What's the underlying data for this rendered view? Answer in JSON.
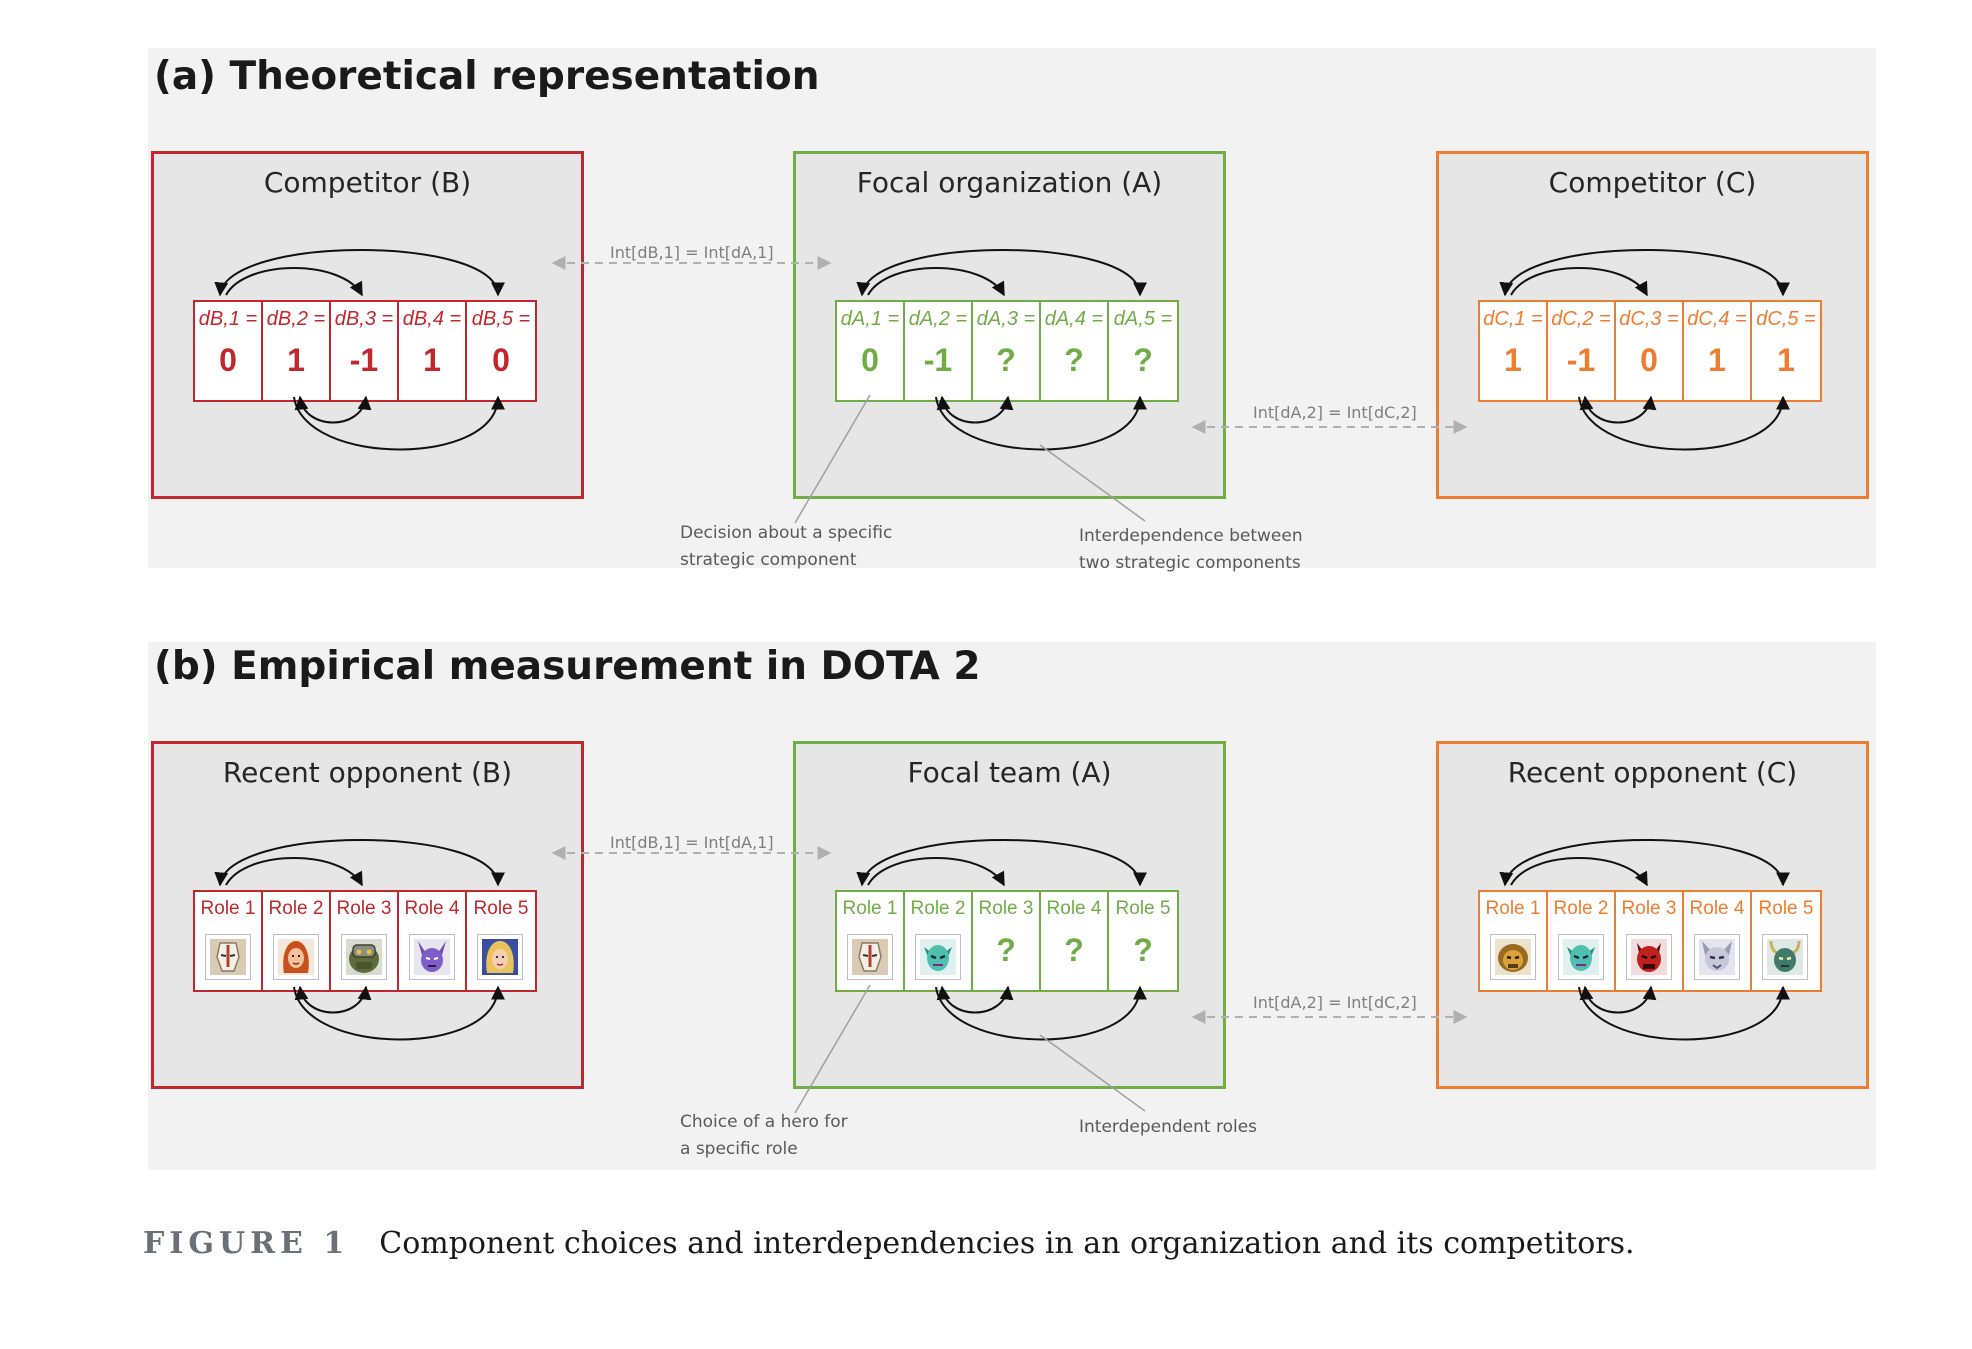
{
  "panel_a": {
    "title": "(a) Theoretical representation",
    "boxes": [
      {
        "title": "Competitor (B)",
        "cells": [
          {
            "label": "dB,1 =",
            "value": "0"
          },
          {
            "label": "dB,2 =",
            "value": "1"
          },
          {
            "label": "dB,3 =",
            "value": "-1"
          },
          {
            "label": "dB,4 =",
            "value": "1"
          },
          {
            "label": "dB,5 =",
            "value": "0"
          }
        ]
      },
      {
        "title": "Focal organization (A)",
        "cells": [
          {
            "label": "dA,1 =",
            "value": "0"
          },
          {
            "label": "dA,2 =",
            "value": "-1"
          },
          {
            "label": "dA,3 =",
            "value": "?"
          },
          {
            "label": "dA,4 =",
            "value": "?"
          },
          {
            "label": "dA,5 =",
            "value": "?"
          }
        ]
      },
      {
        "title": "Competitor (C)",
        "cells": [
          {
            "label": "dC,1 =",
            "value": "1"
          },
          {
            "label": "dC,2 =",
            "value": "-1"
          },
          {
            "label": "dC,3 =",
            "value": "0"
          },
          {
            "label": "dC,4 =",
            "value": "1"
          },
          {
            "label": "dC,5 =",
            "value": "1"
          }
        ]
      }
    ],
    "int_label_ba": "Int[dB,1] = Int[dA,1]",
    "int_label_ac": "Int[dA,2] = Int[dC,2]",
    "annotation_left": "Decision about a specific\nstrategic component",
    "annotation_right": "Interdependence between\ntwo strategic components"
  },
  "panel_b": {
    "title": "(b) Empirical measurement in DOTA 2",
    "boxes": [
      {
        "title": "Recent opponent (B)",
        "cells": [
          {
            "label": "Role 1",
            "hero": "white-masked-hero-icon"
          },
          {
            "label": "Role 2",
            "hero": "red-haired-hero-icon"
          },
          {
            "label": "Role 3",
            "hero": "armored-green-hero-icon"
          },
          {
            "label": "Role 4",
            "hero": "purple-horned-hero-icon"
          },
          {
            "label": "Role 5",
            "hero": "blonde-hero-icon"
          }
        ]
      },
      {
        "title": "Focal team (A)",
        "cells": [
          {
            "label": "Role 1",
            "hero": "white-masked-hero-icon"
          },
          {
            "label": "Role 2",
            "hero": "teal-hero-icon"
          },
          {
            "label": "Role 3",
            "value": "?"
          },
          {
            "label": "Role 4",
            "value": "?"
          },
          {
            "label": "Role 5",
            "value": "?"
          }
        ]
      },
      {
        "title": "Recent opponent (C)",
        "cells": [
          {
            "label": "Role 1",
            "hero": "golden-beast-hero-icon"
          },
          {
            "label": "Role 2",
            "hero": "teal-hero-icon"
          },
          {
            "label": "Role 3",
            "hero": "red-demon-hero-icon"
          },
          {
            "label": "Role 4",
            "hero": "grey-wolf-hero-icon"
          },
          {
            "label": "Role 5",
            "hero": "horned-green-hero-icon"
          }
        ]
      }
    ],
    "int_label_ba": "Int[dB,1] = Int[dA,1]",
    "int_label_ac": "Int[dA,2] = Int[dC,2]",
    "annotation_left": "Choice of a hero for\na specific role",
    "annotation_right": "Interdependent roles"
  },
  "caption": {
    "label": "FIGURE 1",
    "text": "Component choices and interdependencies in an organization and its competitors."
  }
}
